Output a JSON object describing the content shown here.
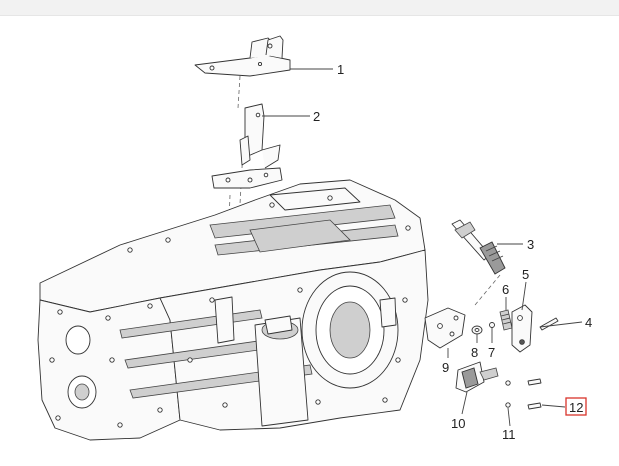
{
  "callouts": [
    {
      "id": "1",
      "label": "1"
    },
    {
      "id": "2",
      "label": "2"
    },
    {
      "id": "3",
      "label": "3"
    },
    {
      "id": "4",
      "label": "4"
    },
    {
      "id": "5",
      "label": "5"
    },
    {
      "id": "6",
      "label": "6"
    },
    {
      "id": "7",
      "label": "7"
    },
    {
      "id": "8",
      "label": "8"
    },
    {
      "id": "9",
      "label": "9"
    },
    {
      "id": "10",
      "label": "10"
    },
    {
      "id": "11",
      "label": "11"
    },
    {
      "id": "12",
      "label": "12"
    }
  ],
  "selected_callout": "12",
  "colors": {
    "highlight": "#d9342b",
    "line": "#333333",
    "background": "#ffffff",
    "topbar": "#f2f2f2"
  }
}
